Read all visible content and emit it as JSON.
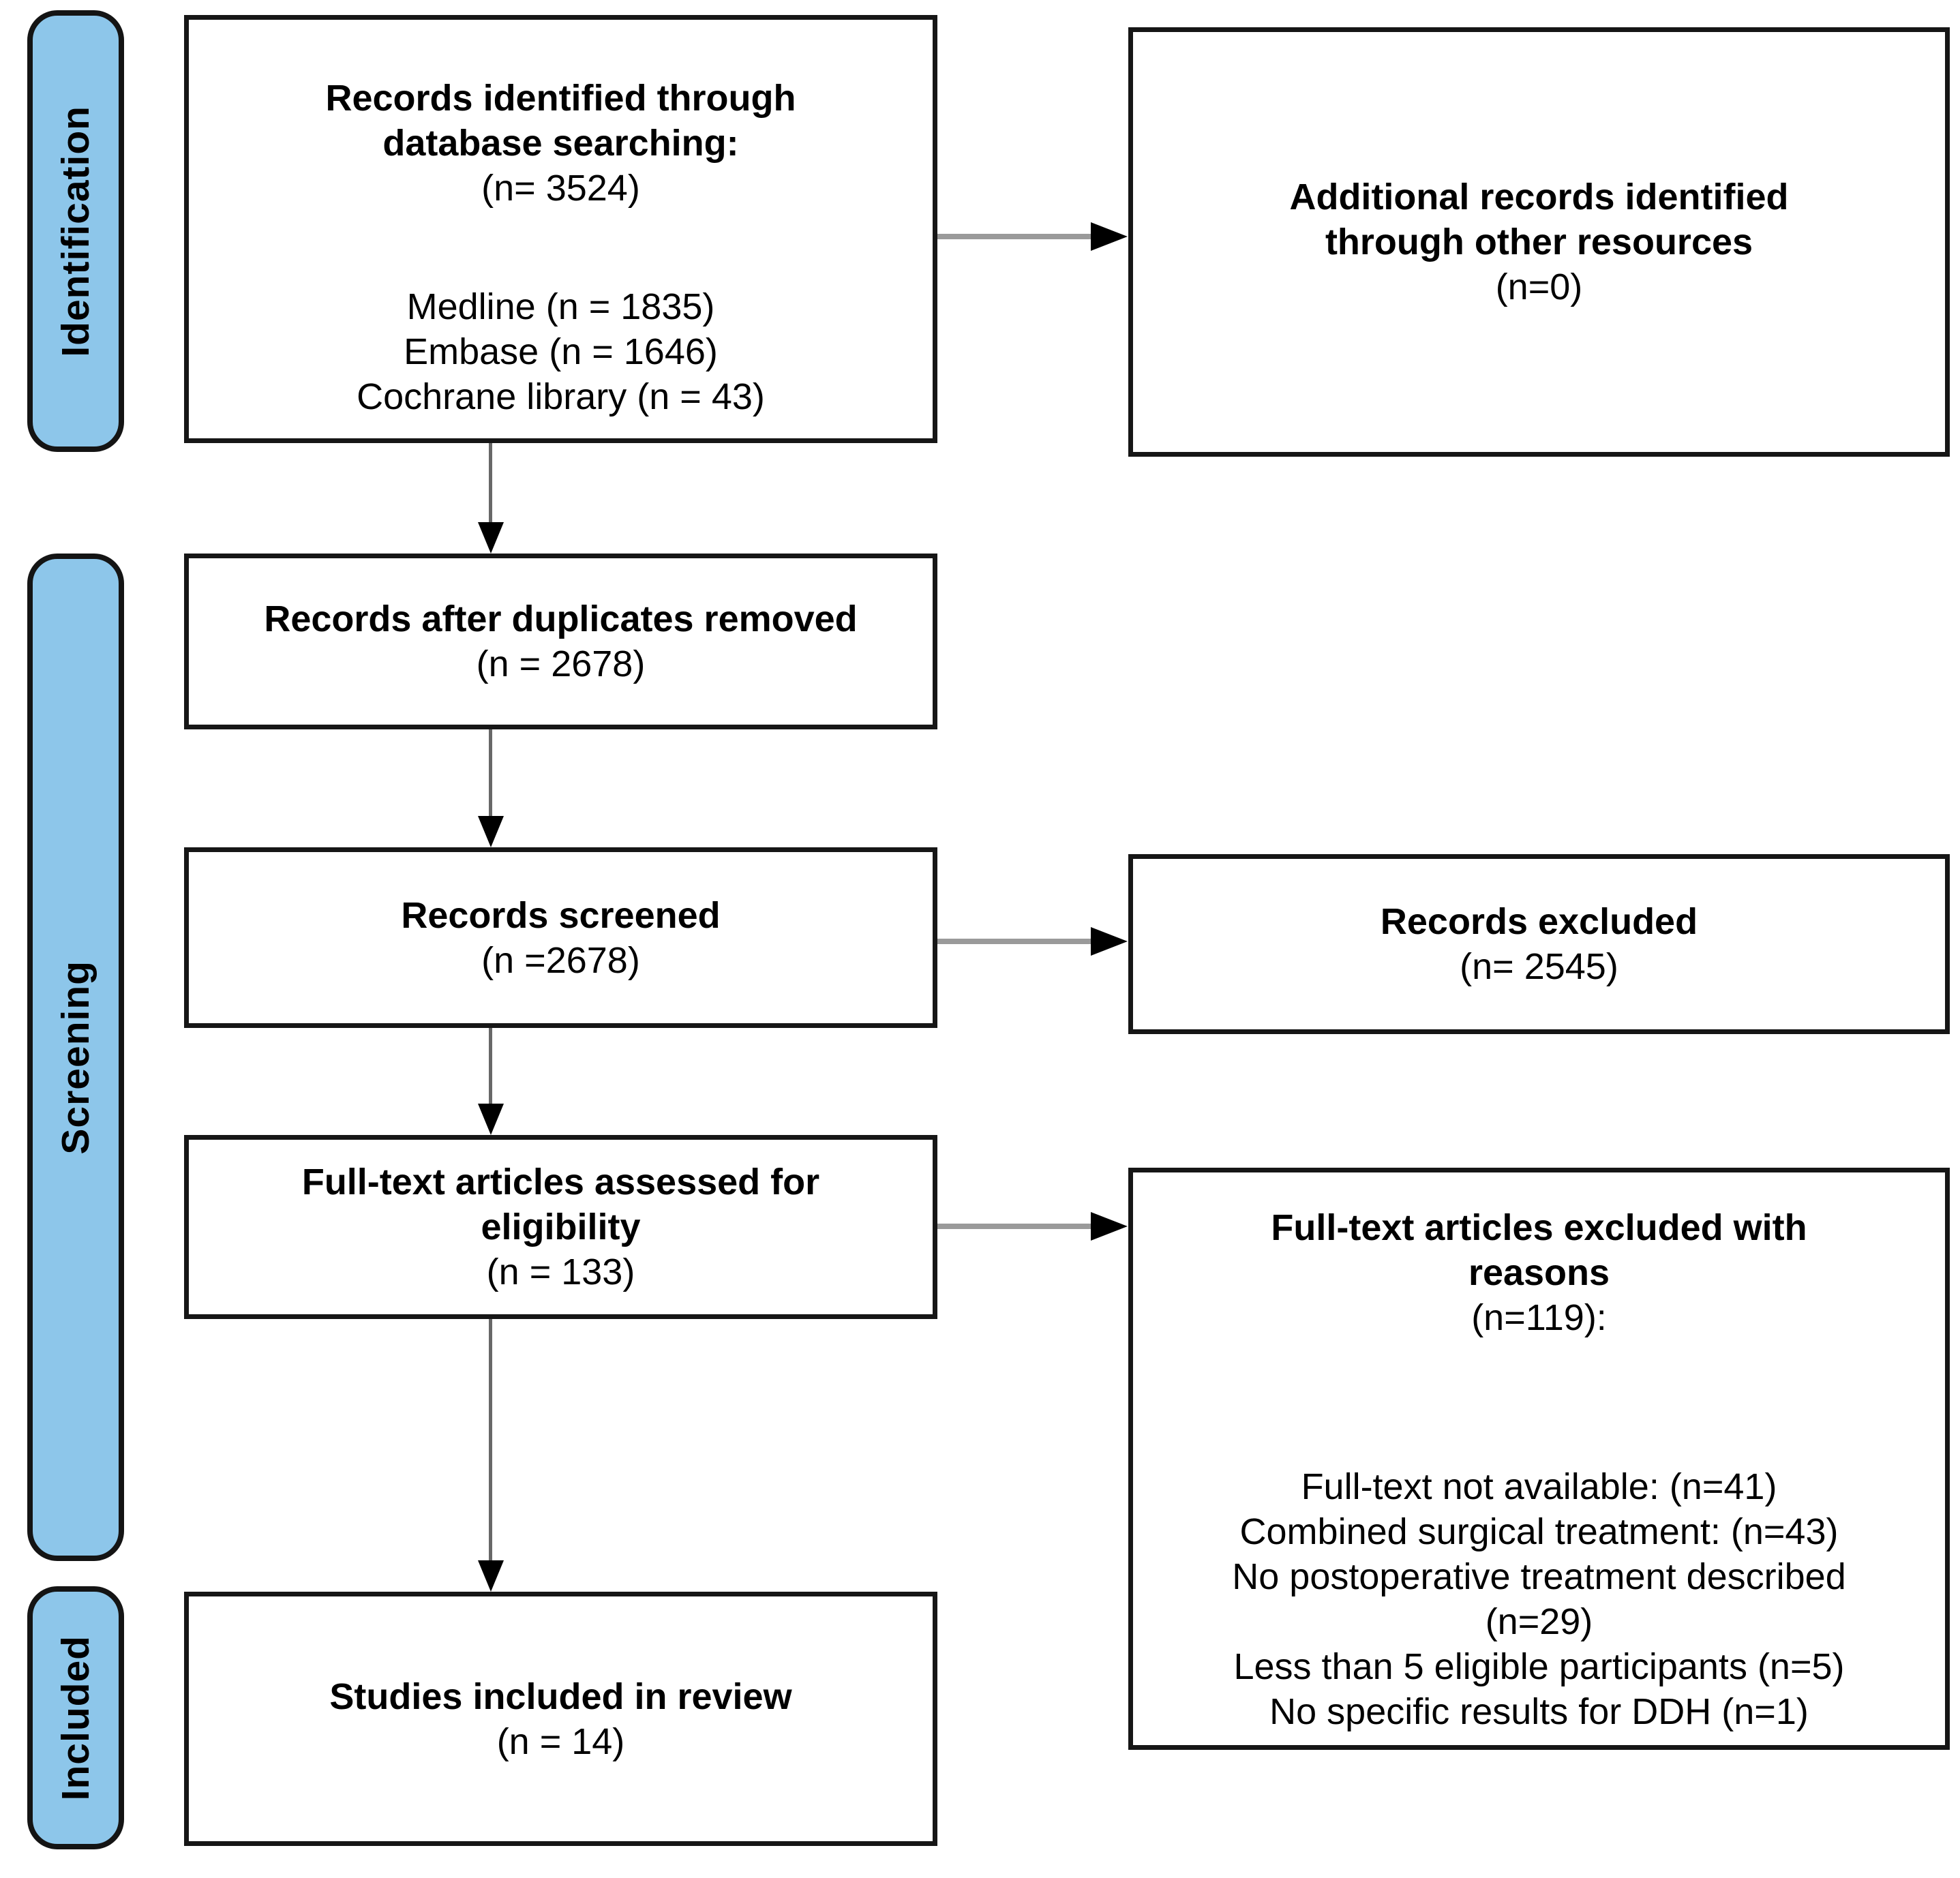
{
  "colors": {
    "sidebar_fill": "#8dc6ea",
    "box_border": "#161616",
    "connector_gray": "#9a9a9a",
    "arrowhead_black": "#000000"
  },
  "sidebar": {
    "identification": "Identification",
    "screening": "Screening",
    "included": "Included"
  },
  "boxes": {
    "identified": {
      "title1": "Records identified through",
      "title2": "database searching:",
      "count": "(n= 3524)",
      "sources": [
        "Medline (n = 1835)",
        "Embase (n = 1646)",
        "Cochrane library (n = 43)"
      ]
    },
    "additional": {
      "title1": "Additional records identified",
      "title2": "through other resources",
      "count": "(n=0)"
    },
    "duplicates_removed": {
      "title": "Records after duplicates removed",
      "count": "(n = 2678)"
    },
    "screened": {
      "title": "Records screened",
      "count": "(n =2678)"
    },
    "records_excluded": {
      "title": "Records excluded",
      "count": "(n= 2545)"
    },
    "fulltext_assessed": {
      "title1": "Full-text articles assessed for",
      "title2": "eligibility",
      "count": "(n = 133)"
    },
    "fulltext_excluded": {
      "title1": "Full-text articles excluded with",
      "title2": "reasons",
      "count": "(n=119):",
      "reasons": [
        "Full-text not available: (n=41)",
        "Combined surgical treatment: (n=43)",
        "No postoperative treatment described",
        "(n=29)",
        "Less than 5 eligible participants (n=5)",
        "No specific results for DDH (n=1)"
      ]
    },
    "studies_included": {
      "title": "Studies included in review",
      "count": "(n = 14)"
    }
  }
}
